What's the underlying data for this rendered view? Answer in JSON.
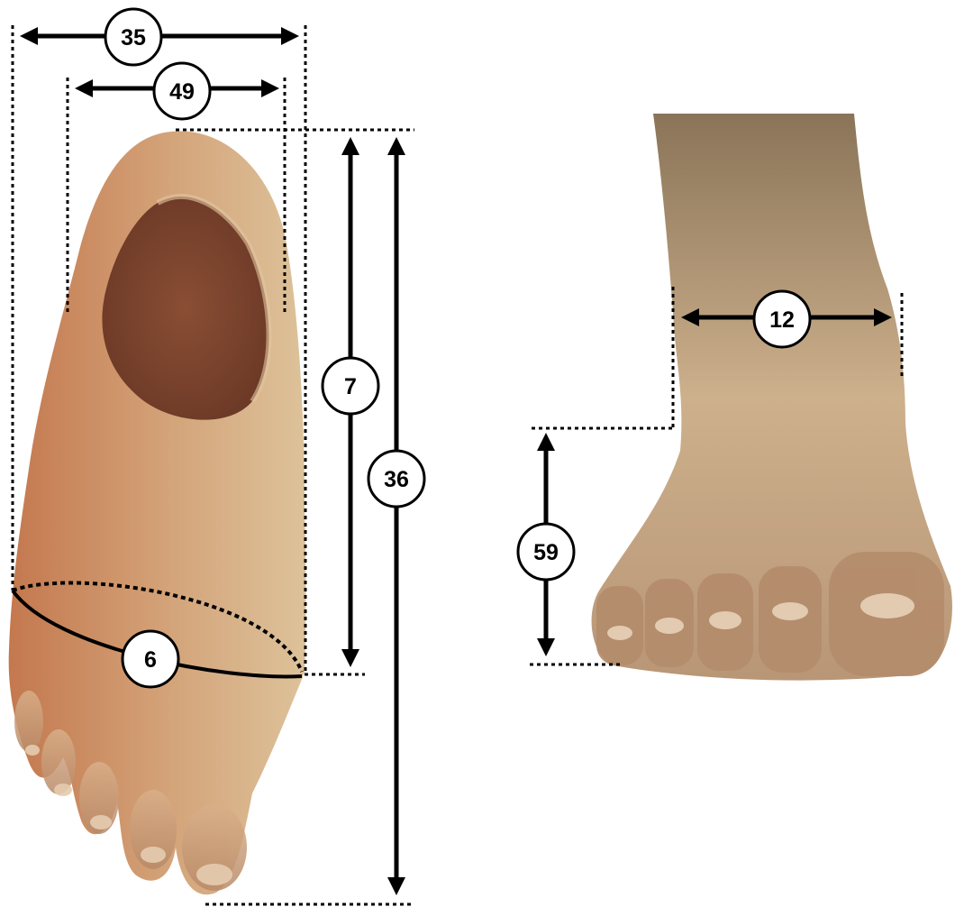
{
  "diagram": {
    "views": [
      {
        "id": "bottom-view"
      },
      {
        "id": "front-view"
      }
    ],
    "measurements": [
      {
        "id": "m35",
        "label": "35"
      },
      {
        "id": "m49",
        "label": "49"
      },
      {
        "id": "m7",
        "label": "7"
      },
      {
        "id": "m36",
        "label": "36"
      },
      {
        "id": "m6",
        "label": "6"
      },
      {
        "id": "m12",
        "label": "12"
      },
      {
        "id": "m59",
        "label": "59"
      }
    ]
  },
  "colors": {
    "skin_warm": "#c8845a",
    "skin_light": "#d9b48c",
    "skin_shadow": "#8a5a40",
    "cavity": "#7a4330",
    "line": "#000000",
    "callout_fill": "#ffffff"
  }
}
